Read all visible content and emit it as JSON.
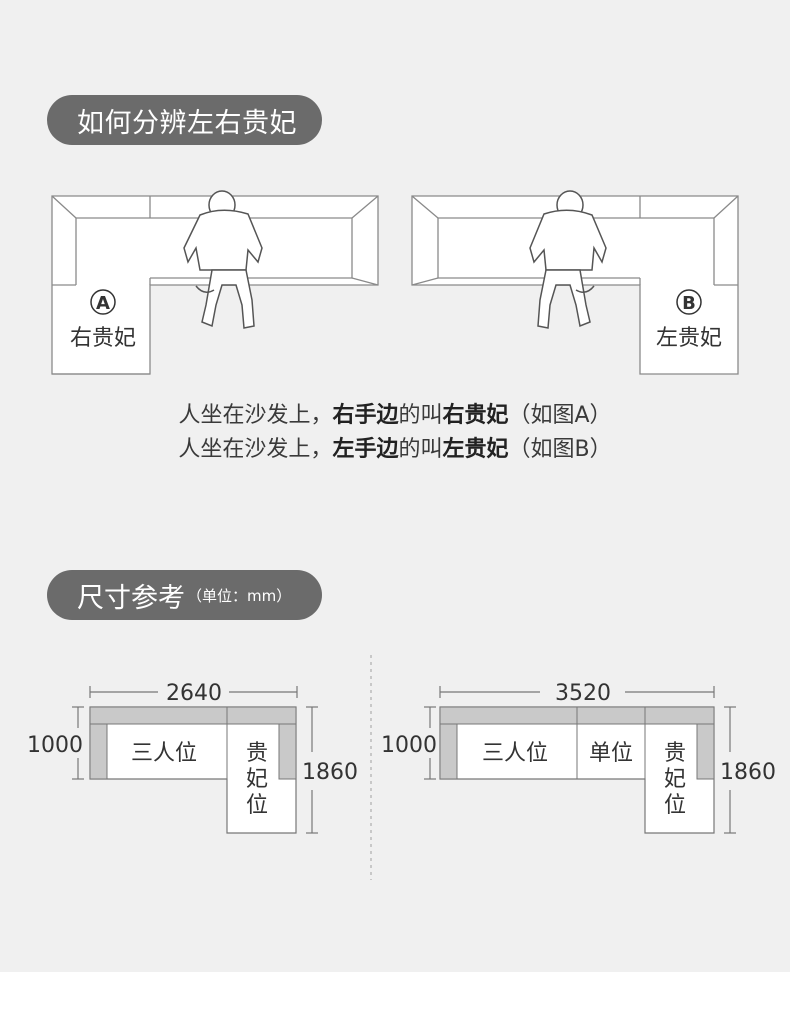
{
  "section_titles": {
    "how_to": "如何分辨左右贵妃",
    "size": "尺寸参考",
    "size_unit": "（单位：mm）"
  },
  "orientation": {
    "left_sofa": {
      "badge": "A",
      "label": "右贵妃"
    },
    "right_sofa": {
      "badge": "B",
      "label": "左贵妃"
    },
    "caption_a": {
      "p1": "人坐在沙发上，",
      "bold1": "右手边",
      "p2": "的叫",
      "bold2": "右贵妃",
      "p3": "（如图A）"
    },
    "caption_b": {
      "p1": "人坐在沙发上，",
      "bold1": "左手边",
      "p2": "的叫",
      "bold2": "左贵妃",
      "p3": "（如图B）"
    }
  },
  "dimensions": {
    "left": {
      "width": "2640",
      "depth": "1000",
      "chaise_depth": "1860",
      "seat1": "三人位",
      "chaise": [
        "贵",
        "妃",
        "位"
      ]
    },
    "right": {
      "width": "3520",
      "depth": "1000",
      "chaise_depth": "1860",
      "seat1": "三人位",
      "seat2": "单位",
      "chaise": [
        "贵",
        "妃",
        "位"
      ]
    }
  },
  "colors": {
    "pill": "#6b6b6b",
    "panel": "#f0f0f0",
    "arm_gray": "#c9c9c9",
    "line": "#777777"
  }
}
